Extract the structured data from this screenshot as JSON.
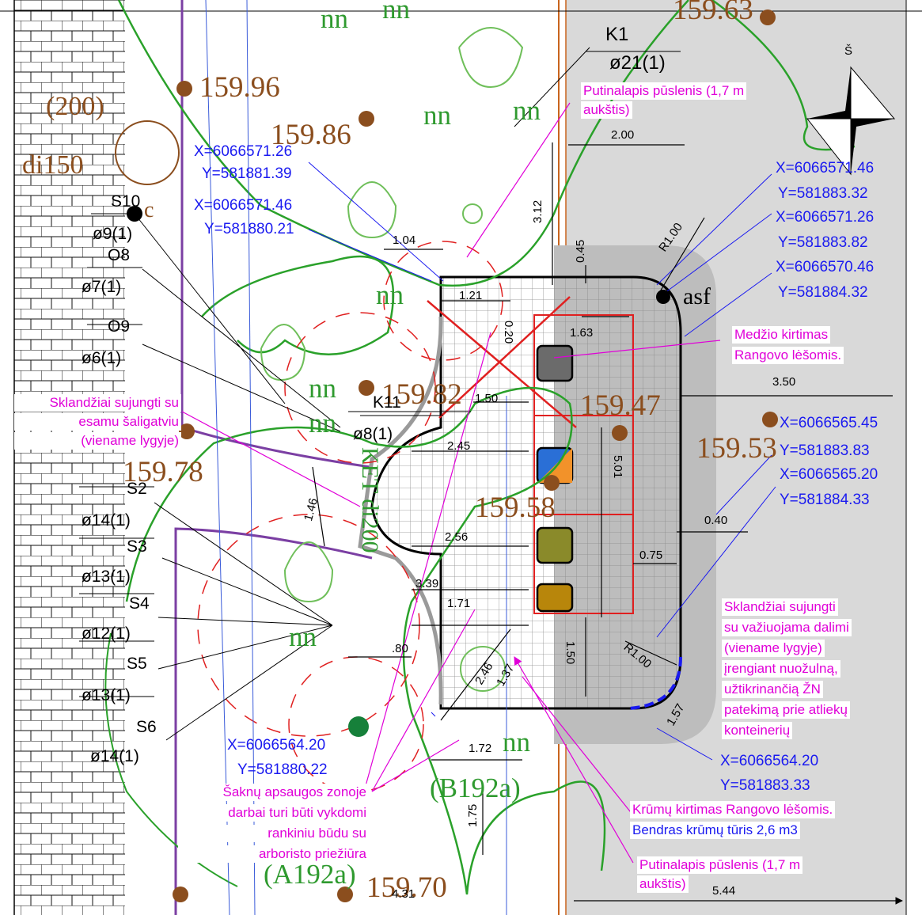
{
  "compass": {
    "north_label": "Š"
  },
  "elevations": [
    "159.96",
    "159.86",
    "159.63",
    "159.82",
    "159.47",
    "159.53",
    "159.58",
    "159.78",
    "159.70"
  ],
  "vegetation_labels": [
    "nn",
    "nn",
    "nn",
    "nn",
    "nn",
    "nn",
    "nn",
    "nn",
    "nn"
  ],
  "plant_marks": {
    "b192a": "(B192a)",
    "a192a": "(A192a)",
    "ket": "KET di200"
  },
  "utility_labels": {
    "di150": "di150",
    "count_200": "(200)",
    "s10_c": "c"
  },
  "trees": [
    {
      "id": "K1",
      "dia": "ø21(1)"
    },
    {
      "id": "S10",
      "dia": "ø9(1)"
    },
    {
      "id": "O8",
      "dia": "ø7(1)"
    },
    {
      "id": "O9",
      "dia": "ø6(1)"
    },
    {
      "id": "K11",
      "dia": "ø8(1)"
    },
    {
      "id": "S2",
      "dia": "ø14(1)"
    },
    {
      "id": "S3",
      "dia": "ø13(1)"
    },
    {
      "id": "S4",
      "dia": "ø12(1)"
    },
    {
      "id": "S5",
      "dia": "ø13(1)"
    },
    {
      "id": "S6",
      "dia": "ø14(1)"
    }
  ],
  "coordinates": [
    {
      "x": "X=6066571.26",
      "y": "Y=581881.39"
    },
    {
      "x": "X=6066571.46",
      "y": "Y=581880.21"
    },
    {
      "x": "X=6066571.46",
      "y": "Y=581883.32"
    },
    {
      "x": "X=6066571.26",
      "y": "Y=581883.82"
    },
    {
      "x": "X=6066570.46",
      "y": "Y=581884.32"
    },
    {
      "x": "X=6066565.45",
      "y": "Y=581883.83"
    },
    {
      "x": "X=6066565.20",
      "y": "Y=581884.33"
    },
    {
      "x": "X=6066564.20",
      "y": "Y=581880.22"
    },
    {
      "x": "X=6066564.20",
      "y": "Y=581883.33"
    }
  ],
  "dimensions": {
    "d2_00": "2.00",
    "d3_12": "3.12",
    "d0_45": "0.45",
    "r1_00_top": "R1.00",
    "d1_04": "1.04",
    "d1_21": "1.21",
    "d0_20": "0.20",
    "d1_63": "1.63",
    "d1_50a": "1.50",
    "d3_50": "3.50",
    "d2_45": "2.45",
    "d5_01": "5.01",
    "d1_46": "1.46",
    "d2_56": "2.56",
    "d0_40": "0.40",
    "d0_75": "0.75",
    "d3_39": "3.39",
    "d1_71": "1.71",
    "d_80": ".80",
    "d1_50b": "1.50",
    "r1_00_bottom": "R1.00",
    "d2_46": "2.46",
    "d1_37": "1.37",
    "d1_57": "1.57",
    "d1_72": "1.72",
    "d1_75": "1.75",
    "d4_31": "4.31",
    "d5_44": "5.44"
  },
  "surface_label": "asf",
  "notes": {
    "putinalapis_top": [
      "Putinalapis pūslenis (1,7 m",
      "aukštis)"
    ],
    "medzio": [
      "Medžio kirtimas",
      "Rangovo lėšomis."
    ],
    "sklandziai_saligatviu": [
      "Sklandžiai sujungti su",
      "esamu šaligatviu",
      "(viename lygyje)"
    ],
    "sklandziai_vaziuojama": [
      "Sklandžiai sujungti",
      "su važiuojama dalimi",
      "(viename lygyje)",
      "įrengiant nuožulną,",
      "užtikrinančią ŽN",
      "patekimą prie atliekų",
      "konteinerių"
    ],
    "saknu": [
      "Šaknų apsaugos zonoje",
      "darbai turi būti vykdomi",
      "rankiniu būdu su",
      "arboristo priežiūra"
    ],
    "krumu": [
      "Krūmų kirtimas Rangovo lėšomis.",
      "Bendras krūmų tūris 2,6 m3"
    ],
    "putinalapis_bottom": [
      "Putinalapis pūslenis (1,7 m",
      "aukštis)"
    ]
  },
  "colors": {
    "coordinate_text": "#1a1af0",
    "note_text": "#e000d8",
    "elevation_text": "#8b4e1e",
    "vegetation": "#2f9a2f",
    "road_fill": "#d9d9d9",
    "platform_outline": "#e02020",
    "container_grey": "#6b6b6b",
    "container_olive": "#8a8a2a",
    "container_ochre": "#b8860b",
    "container_blue": "#2a6fd6",
    "container_orange": "#f2922a"
  }
}
